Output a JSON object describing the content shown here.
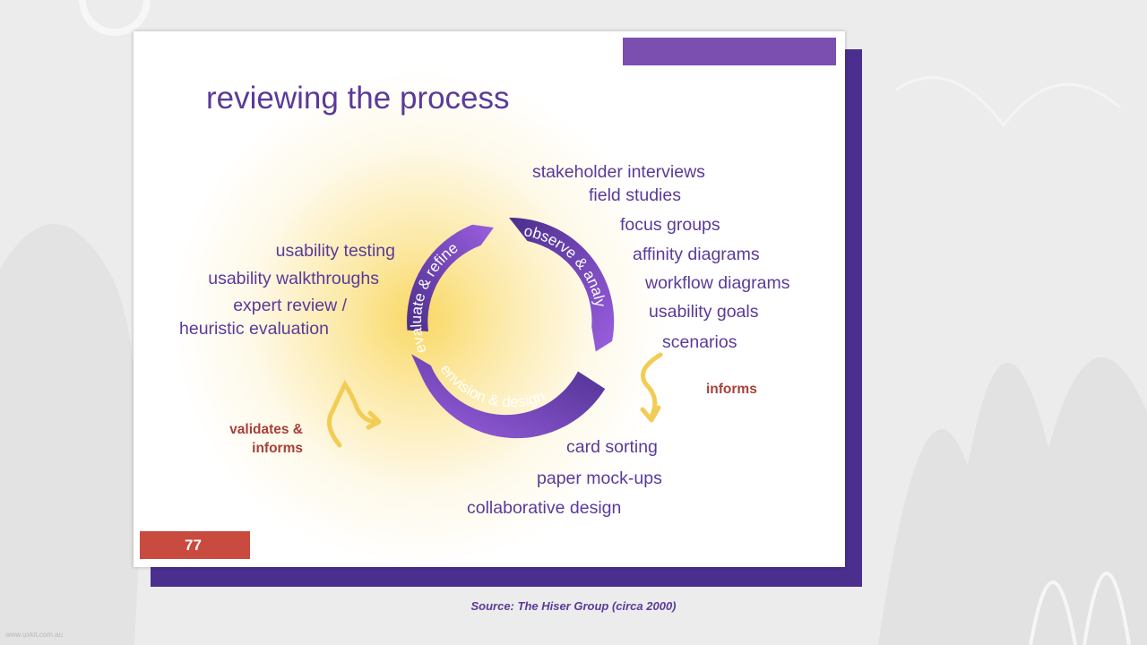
{
  "slide": {
    "title": "reviewing the process",
    "page_number": "77",
    "source": "Source: The Hiser Group (circa 2000)",
    "watermark": "www.uxkit.com.au"
  },
  "cycle": {
    "phases": [
      "observe & analyse",
      "envision & design",
      "evaluate & refine"
    ]
  },
  "methods": {
    "observe": [
      "stakeholder interviews",
      "field studies",
      "focus groups",
      "affinity diagrams",
      "workflow diagrams",
      "usability goals",
      "scenarios"
    ],
    "evaluate": [
      "usability testing",
      "usability walkthroughs",
      "expert review /",
      "heuristic evaluation"
    ],
    "design": [
      "card sorting",
      "paper mock-ups",
      "collaborative design"
    ]
  },
  "notes": {
    "informs": "informs",
    "validates_line1": "validates &",
    "validates_line2": "informs"
  },
  "colors": {
    "purple": "#5b3a9a",
    "ring_dark": "#4b2f8e",
    "ring_light": "#9b5fe0",
    "accent_red": "#c94a3f",
    "note_red": "#a7403a",
    "glow_yellow": "#f9d65c"
  }
}
